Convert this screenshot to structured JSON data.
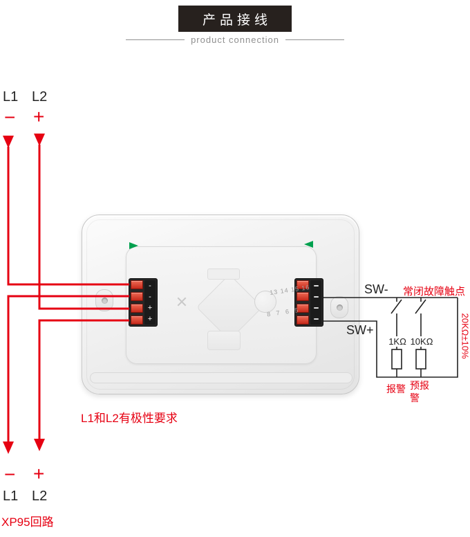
{
  "colors": {
    "accent_red": "#e60012",
    "ink": "#222222",
    "green": "#00a04e",
    "banner_bg": "#27211e",
    "subtitle_gray": "#8f8f8f"
  },
  "header": {
    "title": "产品接线",
    "subtitle": "product connection"
  },
  "wiring_top": {
    "l1": "L1",
    "l2": "L2",
    "minus": "−",
    "plus": "+"
  },
  "wiring_bottom": {
    "minus": "−",
    "plus": "+",
    "l1": "L1",
    "l2": "L2",
    "loop": "XP95回路"
  },
  "notes": {
    "polarity": "L1和L2有极性要求"
  },
  "device": {
    "terminal_marks": [
      "-",
      "-",
      "+",
      "+"
    ],
    "molded_top": "13 14 15 16",
    "molded_bottom": "8 7 6 5"
  },
  "circuit": {
    "sw_minus": "SW-",
    "sw_plus": "SW+",
    "fault_contact": "常闭故障触点",
    "resistor1": "1KΩ",
    "resistor2": "10KΩ",
    "eol_resistor": "20KΩ±10%",
    "alarm": "报警",
    "prealarm": "预报警"
  }
}
